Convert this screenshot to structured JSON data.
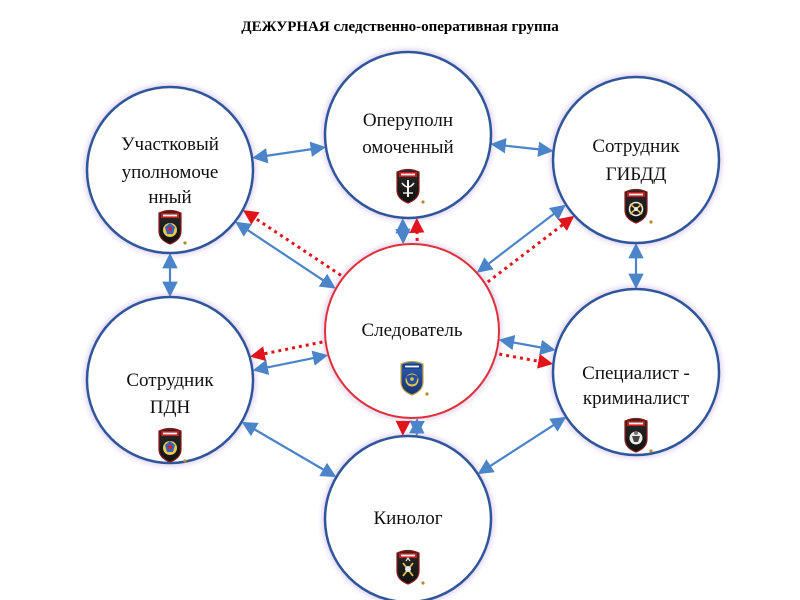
{
  "title": "ДЕЖУРНАЯ следственно-оперативная группа",
  "colors": {
    "node_border": "#30569a",
    "center_border": "#e0303a",
    "glow": "#d7c6ec",
    "blue_arrow": "#4b84c8",
    "red_arrow": "#e1141c"
  },
  "nodes": [
    {
      "id": "participant",
      "lines": [
        "Участковый",
        "уполномоче",
        "нный"
      ],
      "badge": "police-badge-eagle"
    },
    {
      "id": "operative",
      "lines": [
        "Оперуполн",
        "омоченный"
      ],
      "badge": "operative-badge"
    },
    {
      "id": "traffic-police",
      "lines": [
        "Сотрудник",
        "ГИБДД"
      ],
      "badge": "traffic-police-badge"
    },
    {
      "id": "juvenile-officer",
      "lines": [
        "Сотрудник",
        "ПДН"
      ],
      "badge": "police-badge-eagle"
    },
    {
      "id": "investigator",
      "lines": [
        "Следователь"
      ],
      "badge": "investigator-badge"
    },
    {
      "id": "forensic-specialist",
      "lines": [
        "Специалист -",
        "криминалист"
      ],
      "badge": "forensic-badge"
    },
    {
      "id": "dog-handler",
      "lines": [
        "Кинолог"
      ],
      "badge": "dog-handler-badge"
    }
  ],
  "connections": [
    {
      "from": "participant",
      "to": "operative",
      "style": "blue-double"
    },
    {
      "from": "operative",
      "to": "traffic-police",
      "style": "blue-double"
    },
    {
      "from": "participant",
      "to": "juvenile-officer",
      "style": "blue-double"
    },
    {
      "from": "traffic-police",
      "to": "forensic-specialist",
      "style": "blue-double"
    },
    {
      "from": "juvenile-officer",
      "to": "dog-handler",
      "style": "blue-double"
    },
    {
      "from": "forensic-specialist",
      "to": "dog-handler",
      "style": "blue-double"
    },
    {
      "from": "investigator",
      "to": "participant",
      "style": "blue-double"
    },
    {
      "from": "investigator",
      "to": "operative",
      "style": "blue-double"
    },
    {
      "from": "investigator",
      "to": "traffic-police",
      "style": "blue-double"
    },
    {
      "from": "investigator",
      "to": "juvenile-officer",
      "style": "blue-double"
    },
    {
      "from": "investigator",
      "to": "forensic-specialist",
      "style": "blue-double"
    },
    {
      "from": "investigator",
      "to": "dog-handler",
      "style": "blue-double"
    },
    {
      "from": "investigator",
      "to": "participant",
      "style": "red-dotted"
    },
    {
      "from": "investigator",
      "to": "operative",
      "style": "red-dotted"
    },
    {
      "from": "investigator",
      "to": "traffic-police",
      "style": "red-dotted"
    },
    {
      "from": "investigator",
      "to": "juvenile-officer",
      "style": "red-dotted"
    },
    {
      "from": "investigator",
      "to": "forensic-specialist",
      "style": "red-dotted"
    },
    {
      "from": "investigator",
      "to": "dog-handler",
      "style": "red-dotted"
    }
  ]
}
